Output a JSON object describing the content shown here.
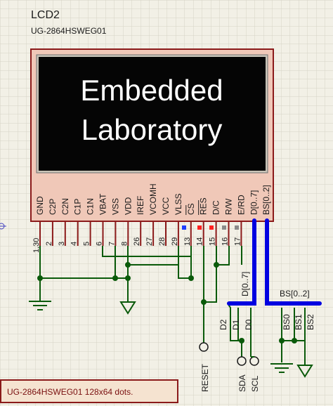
{
  "component": {
    "ref": "LCD2",
    "part": "UG-2864HSWEG01"
  },
  "display": {
    "line1": "Embedded",
    "line2": "Laboratory"
  },
  "pins": [
    {
      "name": "GND",
      "num": "1,30",
      "overline": false
    },
    {
      "name": "C2P",
      "num": "2",
      "overline": false
    },
    {
      "name": "C2N",
      "num": "3",
      "overline": false
    },
    {
      "name": "C1P",
      "num": "4",
      "overline": false
    },
    {
      "name": "C1N",
      "num": "5",
      "overline": false
    },
    {
      "name": "VBAT",
      "num": "6",
      "overline": false
    },
    {
      "name": "VSS",
      "num": "7",
      "overline": false
    },
    {
      "name": "VDD",
      "num": "8",
      "overline": false
    },
    {
      "name": "IREF",
      "num": "26",
      "overline": false
    },
    {
      "name": "VCOMH",
      "num": "27",
      "overline": false
    },
    {
      "name": "VCC",
      "num": "28",
      "overline": false
    },
    {
      "name": "VLSS",
      "num": "29",
      "overline": false
    },
    {
      "name": "CS",
      "num": "13",
      "overline": true
    },
    {
      "name": "RES",
      "num": "14",
      "overline": true
    },
    {
      "name": "D/C",
      "num": "15",
      "overline": false
    },
    {
      "name": "R/W",
      "num": "16",
      "overline": false
    },
    {
      "name": "E/RD",
      "num": "17",
      "overline": false
    },
    {
      "name": "D[0..7]",
      "num": "",
      "overline": false
    },
    {
      "name": "BS[0..2]",
      "num": "",
      "overline": false
    }
  ],
  "bus_labels": {
    "data_bus": "D[0..7]",
    "bs_bus": "BS[0..2]",
    "d2": "D2",
    "d1": "D1",
    "d0": "D0",
    "bs0": "BS0",
    "bs1": "BS1",
    "bs2": "BS2"
  },
  "terminals": {
    "reset": "RESET",
    "sda": "SDA",
    "scl": "SCL"
  },
  "status_bar": {
    "text": "UG-2864HSWEG01 128x64 dots."
  },
  "colors": {
    "background": "#f2f0e6",
    "grid": "#d6d3c6",
    "component_body": "#f0c8b8",
    "component_border": "#8b1a1a",
    "lcd_bg": "#050505",
    "lcd_text": "#ffffff",
    "wire": "#0a5a0a",
    "bus": "#0000e0",
    "pin_blue": "#2040ff",
    "pin_red": "#ff2020",
    "pin_gray": "#8a8a8a"
  }
}
